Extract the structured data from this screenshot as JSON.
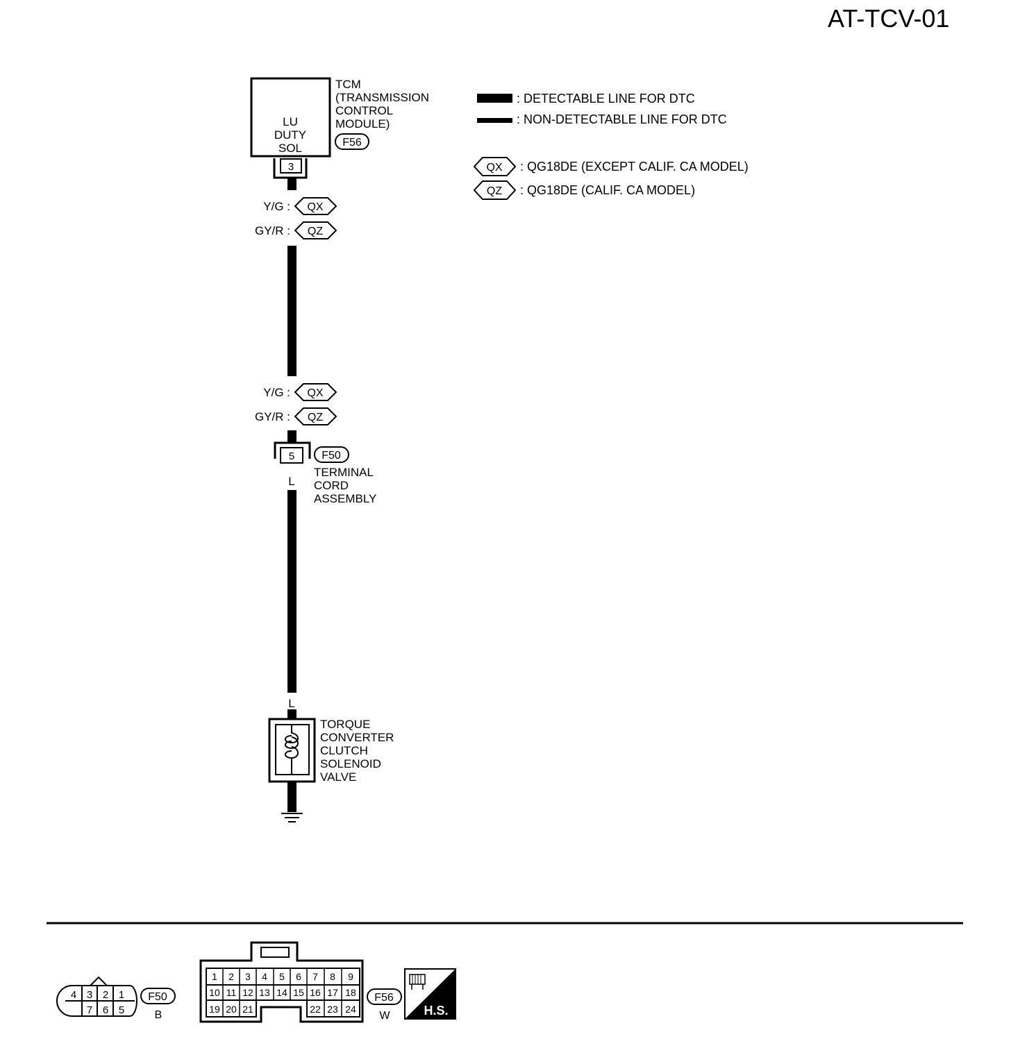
{
  "page_id": "AT-TCV-01",
  "tcm": {
    "label_lines": [
      "TCM",
      "(TRANSMISSION",
      "CONTROL",
      "MODULE)"
    ],
    "inner_lines": [
      "LU",
      "DUTY",
      "SOL"
    ],
    "connector": "F56",
    "terminal": "3"
  },
  "legend": {
    "detectable": ": DETECTABLE LINE FOR DTC",
    "non_detectable": ": NON-DETECTABLE LINE FOR DTC",
    "models": [
      {
        "code": "QX",
        "text": ": QG18DE (EXCEPT CALIF. CA MODEL)"
      },
      {
        "code": "QZ",
        "text": ": QG18DE (CALIF. CA MODEL)"
      }
    ]
  },
  "wire_colors_upper": [
    {
      "color": "Y/G :",
      "code": "QX"
    },
    {
      "color": "GY/R :",
      "code": "QZ"
    }
  ],
  "wire_colors_lower": [
    {
      "color": "Y/G :",
      "code": "QX"
    },
    {
      "color": "GY/R :",
      "code": "QZ"
    }
  ],
  "terminal_cord": {
    "connector": "F50",
    "terminal": "5",
    "label_lines": [
      "TERMINAL",
      "CORD",
      "ASSEMBLY"
    ],
    "wire_color_top": "L",
    "wire_color_bottom": "L"
  },
  "solenoid": {
    "label_lines": [
      "TORQUE",
      "CONVERTER",
      "CLUTCH",
      "SOLENOID",
      "VALVE"
    ]
  },
  "connectors": {
    "f50": {
      "name": "F50",
      "color": "B",
      "top_row": [
        "4",
        "3",
        "2",
        "1"
      ],
      "bottom_row": [
        "7",
        "6",
        "5"
      ]
    },
    "f56": {
      "name": "F56",
      "color": "W",
      "row1": [
        "1",
        "2",
        "3",
        "4",
        "5",
        "6",
        "7",
        "8",
        "9"
      ],
      "row2": [
        "10",
        "11",
        "12",
        "13",
        "14",
        "15",
        "16",
        "17",
        "18"
      ],
      "row3_left": [
        "19",
        "20",
        "21"
      ],
      "row3_right": [
        "22",
        "23",
        "24"
      ]
    },
    "hs_label": "H.S."
  }
}
